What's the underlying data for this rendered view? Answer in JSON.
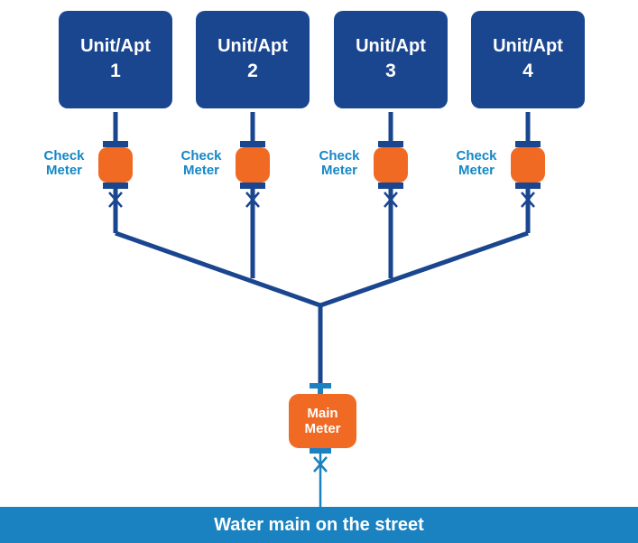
{
  "units": [
    {
      "label": "Unit/Apt",
      "number": "1"
    },
    {
      "label": "Unit/Apt",
      "number": "2"
    },
    {
      "label": "Unit/Apt",
      "number": "3"
    },
    {
      "label": "Unit/Apt",
      "number": "4"
    }
  ],
  "check_meter": {
    "line1": "Check",
    "line2": "Meter"
  },
  "main_meter": {
    "line1": "Main",
    "line2": "Meter"
  },
  "street_label": "Water main on the street",
  "colors": {
    "unit_fill": "#1a4690",
    "pipe": "#1a4690",
    "meter_fill": "#f06a24",
    "label_blue": "#1587c6",
    "street_fill": "#1a82c0"
  }
}
